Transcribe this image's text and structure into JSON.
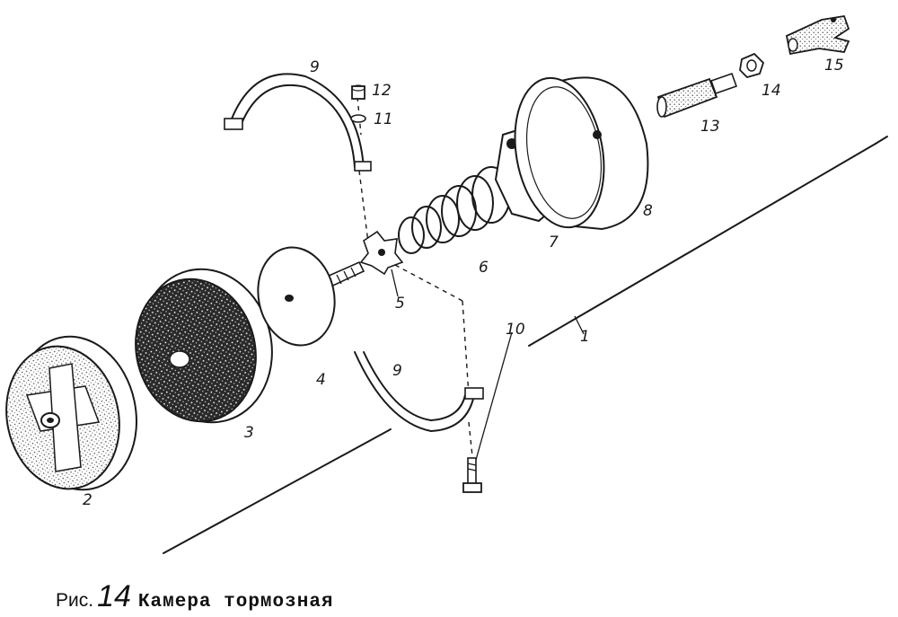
{
  "figure": {
    "caption_prefix": "Рис.",
    "caption_number": "14",
    "caption_title": "Камера тормозная"
  },
  "callouts": {
    "c1": "1",
    "c2": "2",
    "c3": "3",
    "c4": "4",
    "c5": "5",
    "c6": "6",
    "c7": "7",
    "c8": "8",
    "c9a": "9",
    "c9b": "9",
    "c10": "10",
    "c11": "11",
    "c12": "12",
    "c13": "13",
    "c14": "14",
    "c15": "15"
  }
}
